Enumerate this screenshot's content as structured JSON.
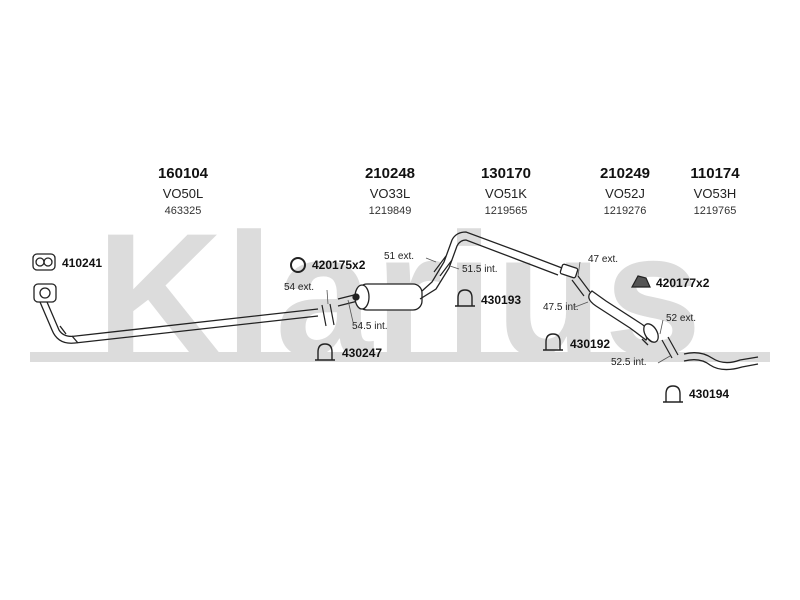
{
  "watermark": {
    "text": "Klarius",
    "color": "#d9d9d9"
  },
  "columns": [
    {
      "part": "160104",
      "code": "VO50L",
      "ref": "463325"
    },
    {
      "part": "210248",
      "code": "VO33L",
      "ref": "1219849"
    },
    {
      "part": "130170",
      "code": "VO51K",
      "ref": "1219565"
    },
    {
      "part": "210249",
      "code": "VO52J",
      "ref": "1219276"
    },
    {
      "part": "110174",
      "code": "VO53H",
      "ref": "1219765"
    }
  ],
  "dimensions": [
    "51 ext.",
    "54 ext.",
    "51.5 int.",
    "54.5 int.",
    "47 ext.",
    "47.5 int.",
    "52 ext.",
    "52.5 int."
  ],
  "accessories": [
    {
      "code": "410241",
      "icon": "gasket-icon"
    },
    {
      "code": "420175x2",
      "icon": "o-ring-icon"
    },
    {
      "code": "430193",
      "icon": "clamp-icon"
    },
    {
      "code": "430247",
      "icon": "clamp-icon"
    },
    {
      "code": "420177x2",
      "icon": "rubber-mount-icon"
    },
    {
      "code": "430192",
      "icon": "clamp-icon"
    },
    {
      "code": "430194",
      "icon": "clamp-icon"
    }
  ]
}
